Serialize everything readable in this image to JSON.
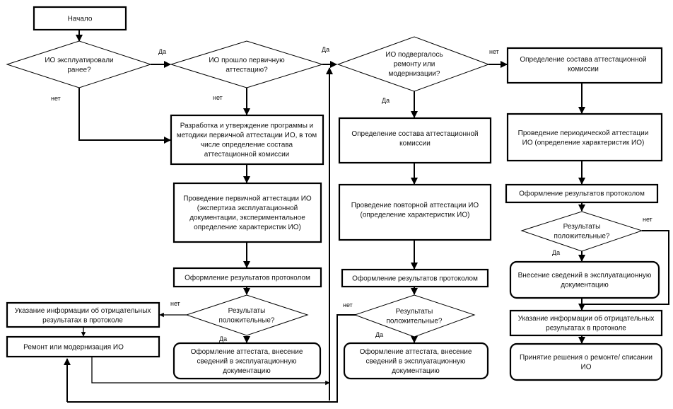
{
  "nodes": {
    "start": [
      "Начало"
    ],
    "q_exploited": [
      "ИО эксплуатировали",
      "ранее?"
    ],
    "q_primary": [
      "ИО прошло первичную",
      "аттестацию?"
    ],
    "q_repair": [
      "ИО подвергалось",
      "ремонту или",
      "модернизации?"
    ],
    "develop_program": [
      "Разработка и утверждение программы и",
      "методики первичной аттестации ИО, в том",
      "числе определение состава",
      "аттестационной комиссии"
    ],
    "primary_attestation": [
      "Проведение первичной аттестации ИО",
      "(экспертиза эксплуатационной",
      "документации, экспериментальное",
      "определение характеристик ИО)"
    ],
    "protocol_1": [
      "Оформление результатов протоколом"
    ],
    "q_results_1": [
      "Результаты",
      "положительные?"
    ],
    "negative_info_1": [
      "Указание информации об отрицательных",
      "результатах в протоколе"
    ],
    "repair": [
      "Ремонт или модернизация ИО"
    ],
    "certificate_1": [
      "Оформление аттестата, внесение",
      "сведений в эксплуатационную",
      "документацию"
    ],
    "commission_2": [
      "Определение состава аттестационной",
      "комиссии"
    ],
    "repeat_attestation": [
      "Проведение повторной аттестации ИО",
      "(определение характеристик ИО)"
    ],
    "protocol_2": [
      "Оформление результатов протоколом"
    ],
    "q_results_2": [
      "Результаты",
      "положительные?"
    ],
    "certificate_2": [
      "Оформление аттестата, внесение",
      "сведений в эксплуатационную",
      "документацию"
    ],
    "commission_3": [
      "Определение состава аттестационной",
      "комиссии"
    ],
    "periodic_attestation": [
      "Проведение периодической аттестации",
      "ИО (определение характеристик ИО)"
    ],
    "protocol_3": [
      "Оформление результатов протоколом"
    ],
    "q_results_3": [
      "Результаты",
      "положительные?"
    ],
    "doc_entry_3": [
      "Внесение сведений в эксплуатационную",
      "документацию"
    ],
    "negative_info_3": [
      "Указание информации об отрицательных",
      "результатах в протоколе"
    ],
    "decision": [
      "Принятие решения о ремонте/ списании",
      "ИО"
    ]
  },
  "edge_labels": {
    "exploited_yes": "Да",
    "exploited_no": "нет",
    "primary_yes": "Да",
    "primary_no": "нет",
    "repair_yes": "Да",
    "repair_no": "нет",
    "results1_no": "нет",
    "results1_yes": "Да",
    "results2_no": "нет",
    "results2_yes": "Да",
    "results3_no": "нет",
    "results3_yes": "Да"
  }
}
